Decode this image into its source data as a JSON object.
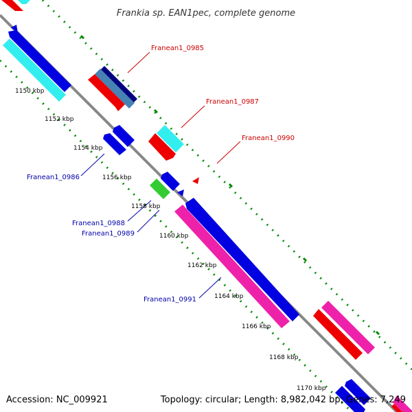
{
  "title": "Frankia sp. EAN1pec, complete genome",
  "footer": {
    "accession": "Accession: NC_009921",
    "summary": "Topology: circular; Length: 8,982,042 bp; Genes: 7,249"
  },
  "ticks": [
    "1150 kbp",
    "1152 kbp",
    "1154 kbp",
    "1156 kbp",
    "1158 kbp",
    "1160 kbp",
    "1162 kbp",
    "1164 kbp",
    "1166 kbp",
    "1168 kbp",
    "1170 kbp"
  ],
  "gene_labels": {
    "g0985": "Franean1_0985",
    "g0987": "Franean1_0987",
    "g0990": "Franean1_0990",
    "g0986": "Franean1_0986",
    "g0988": "Franean1_0988",
    "g0989": "Franean1_0989",
    "g0991": "Franean1_0991"
  },
  "colors": {
    "backbone": "#888888",
    "dotted_track": "#008800",
    "forward_label": "#cc0000",
    "reverse_label": "#0000aa",
    "blue": "#0000e0",
    "navy": "#000080",
    "steel": "#4682b4",
    "red": "#ee0000",
    "cyan": "#33eeee",
    "green": "#33cc33",
    "pink": "#ee22aa"
  }
}
